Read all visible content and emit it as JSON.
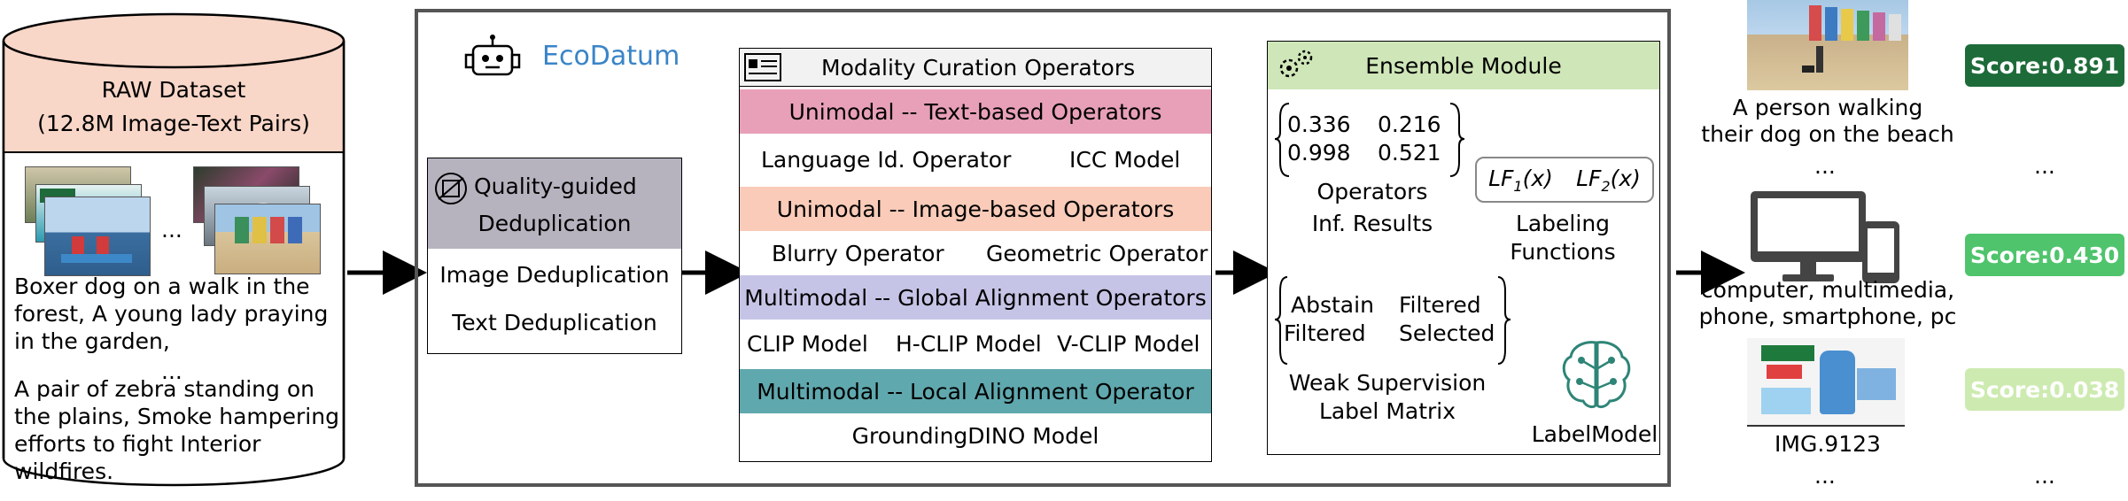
{
  "raw_dataset": {
    "title_line1": "RAW Dataset",
    "title_line2": "(12.8M Image-Text Pairs)",
    "caption_ellipsis": "...",
    "caption_lines_a": [
      "Boxer dog on a walk in the",
      "forest, A young lady praying",
      "in the garden,"
    ],
    "caption_mid_ellipsis": "...",
    "caption_lines_b": [
      "A pair of zebra standing on",
      "the plains, Smoke hampering",
      "efforts to fight Interior",
      "wildfires."
    ]
  },
  "ecodatum": {
    "logo_text": "EcoDatum"
  },
  "dedup": {
    "title_line1": "Quality-guided",
    "title_line2": "Deduplication",
    "item1": "Image Deduplication",
    "item2": "Text Deduplication"
  },
  "curation": {
    "header": "Modality Curation Operators",
    "band_text": "Unimodal -- Text-based Operators",
    "text_op1": "Language Id. Operator",
    "text_op2": "ICC Model",
    "band_image": "Unimodal -- Image-based Operators",
    "image_op1": "Blurry Operator",
    "image_op2": "Geometric Operator",
    "band_global": "Multimodal -- Global Alignment Operators",
    "global_op1": "CLIP Model",
    "global_op2": "H-CLIP Model",
    "global_op3": "V-CLIP Model",
    "band_local": "Multimodal -- Local Alignment Operator",
    "local_op1": "GroundingDINO Model"
  },
  "ensemble": {
    "header": "Ensemble Module",
    "m11": "0.336",
    "m12": "0.216",
    "m21": "0.998",
    "m22": "0.521",
    "results_line1": "Operators",
    "results_line2": "Inf. Results",
    "lf1": "LF",
    "lf1_sub": "1",
    "lf1_arg": "(x)",
    "lf2": "LF",
    "lf2_sub": "2",
    "lf2_arg": "(x)",
    "lf_label1": "Labeling",
    "lf_label2": "Functions",
    "w11": "Abstain",
    "w12": "Filtered",
    "w21": "Filtered",
    "w22": "Selected",
    "matrix_label1": "Weak Supervision",
    "matrix_label2": "Label Matrix",
    "labelmodel": "LabelModel"
  },
  "output": {
    "caption1_line1": "A person walking",
    "caption1_line2": "their dog on the beach",
    "ellipsis": "...",
    "caption2_line1": "computer, multimedia,",
    "caption2_line2": "phone, smartphone, pc",
    "caption3": "IMG.9123",
    "scores": [
      "Score:0.891",
      "Score:0.430",
      "Score:0.038"
    ],
    "score_colors": [
      "#1e6b3a",
      "#4fc46c",
      "#cdebb0"
    ]
  },
  "colors": {
    "band_text": "#e8a0b8",
    "band_image": "#f9cbb8",
    "band_global": "#c6c4e6",
    "band_local": "#5fa8ae",
    "ensemble_header": "#cfe6b8",
    "dedup_header": "#b6b3bf",
    "raw_cap": "#f8d6c8",
    "eco_text": "#3a84c8",
    "frame": "#555555"
  }
}
